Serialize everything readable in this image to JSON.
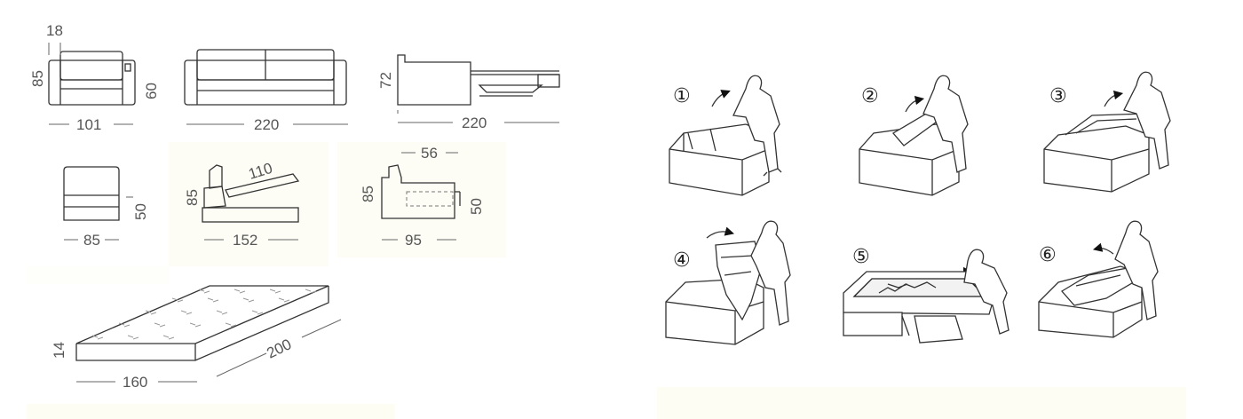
{
  "dimensions": {
    "armchair": {
      "arm": "18",
      "height": "85",
      "seat_height": "60",
      "width": "101"
    },
    "sofa": {
      "width": "220"
    },
    "side": {
      "height": "72",
      "open_length": "220"
    },
    "seat": {
      "height": "50",
      "width": "85"
    },
    "mech": {
      "backrest": "110",
      "height": "85",
      "length": "152"
    },
    "section": {
      "top": "56",
      "height": "85",
      "inner": "50",
      "depth": "95"
    },
    "mattress": {
      "thickness": "14",
      "width": "160",
      "length": "200"
    }
  },
  "steps": [
    {
      "label": "①"
    },
    {
      "label": "②"
    },
    {
      "label": "③"
    },
    {
      "label": "④"
    },
    {
      "label": "⑤"
    },
    {
      "label": "⑥"
    }
  ],
  "colors": {
    "line": "#333333",
    "dimension_text": "#555555",
    "tint": "#fdfdf6"
  }
}
